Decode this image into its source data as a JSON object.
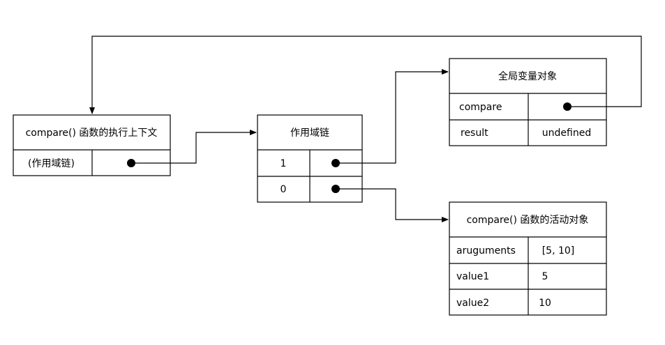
{
  "exec_context": {
    "title": "compare() 函数的执行上下文",
    "row_label": "(作用域链)"
  },
  "scope_chain": {
    "title": "作用域链",
    "rows": [
      "1",
      "0"
    ]
  },
  "global_object": {
    "title": "全局变量对象",
    "rows": [
      {
        "key": "compare",
        "value": ""
      },
      {
        "key": "result",
        "value": "undefined"
      }
    ]
  },
  "activation_object": {
    "title": "compare() 函数的活动对象",
    "rows": [
      {
        "key": "aruguments",
        "value": "[5, 10]"
      },
      {
        "key": "value1",
        "value": "5"
      },
      {
        "key": "value2",
        "value": "10"
      }
    ]
  },
  "colors": {
    "stroke": "#000000",
    "fill": "#ffffff"
  }
}
